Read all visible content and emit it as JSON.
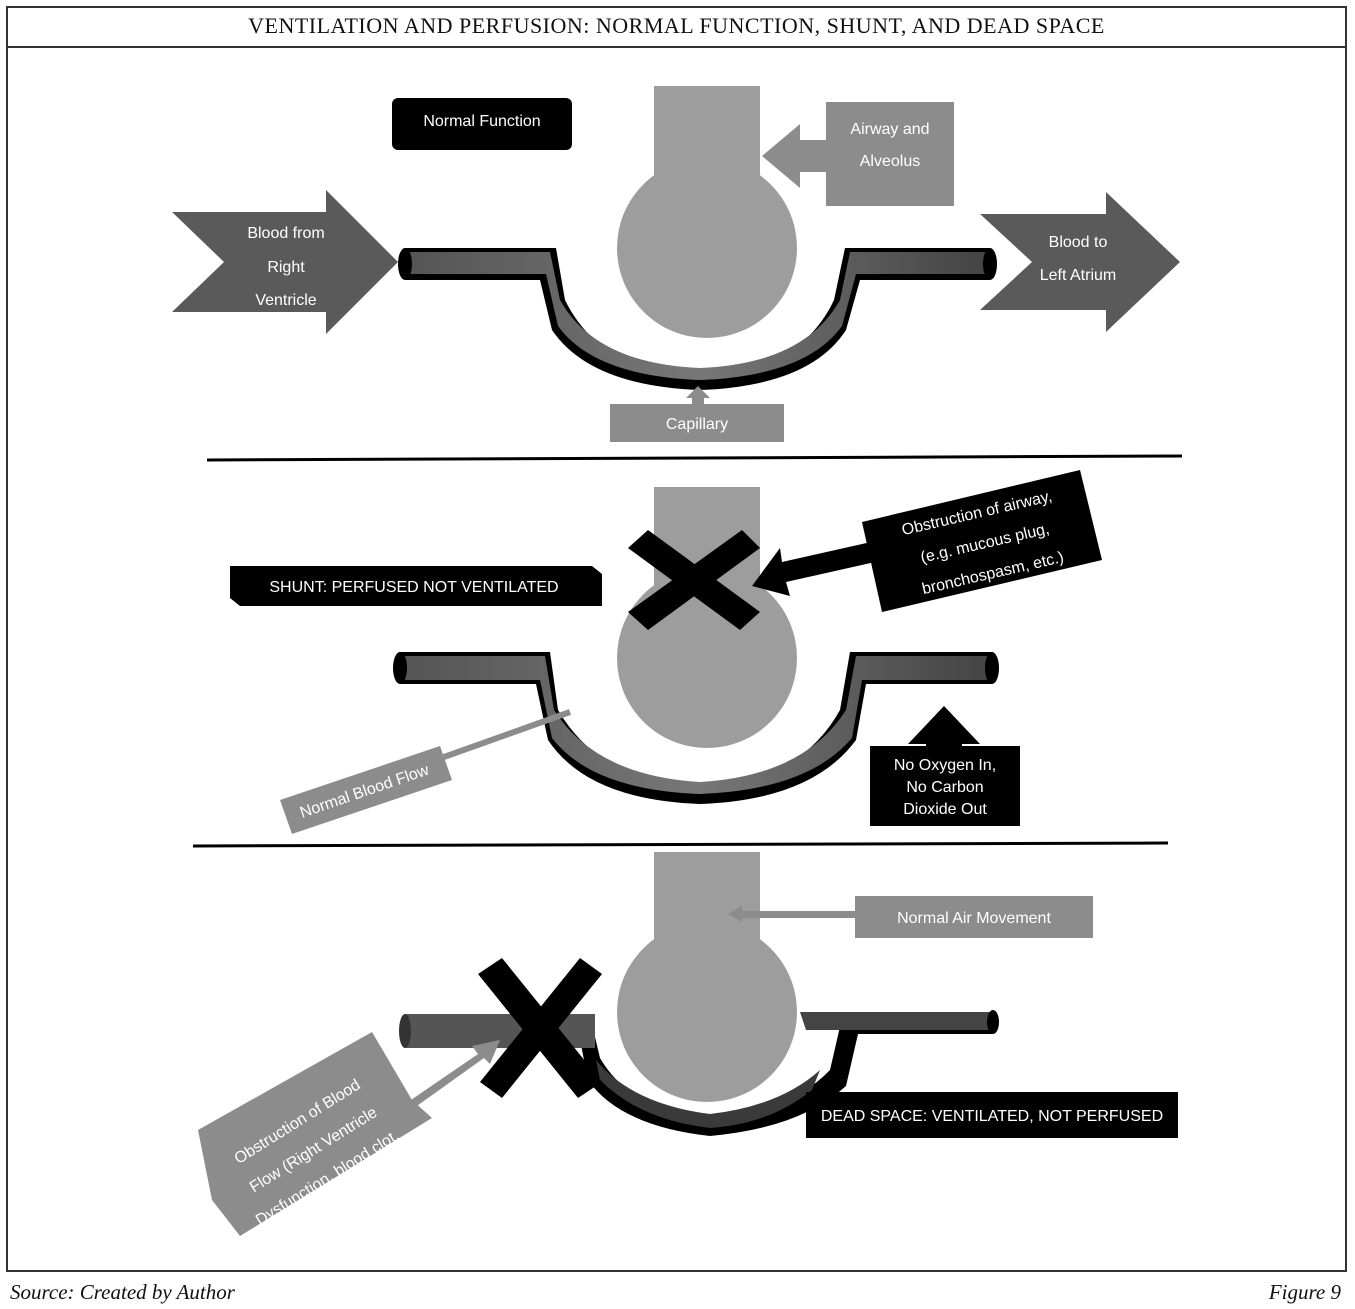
{
  "title": "VENTILATION AND PERFUSION: NORMAL FUNCTION, SHUNT, AND DEAD SPACE",
  "footer": {
    "source": "Source: Created by Author",
    "figure": "Figure 9"
  },
  "colors": {
    "dark_gray": "#5a5a5a",
    "mid_gray": "#8c8c8c",
    "alveolus": "#9d9d9d",
    "black": "#000000"
  },
  "panels": {
    "normal": {
      "heading": "Normal Function",
      "airway_label": [
        "Airway and",
        "Alveolus"
      ],
      "blood_in": [
        "Blood from",
        "Right",
        "Ventricle"
      ],
      "blood_out": [
        "Blood to",
        "Left Atrium"
      ],
      "capillary": "Capillary"
    },
    "shunt": {
      "heading": "SHUNT: PERFUSED NOT VENTILATED",
      "obstruction": [
        "Obstruction of airway,",
        "(e.g. mucous plug,",
        "bronchospasm, etc.)"
      ],
      "normal_flow": "Normal Blood Flow",
      "no_exchange": [
        "No Oxygen In,",
        "No Carbon",
        "Dioxide Out"
      ]
    },
    "dead_space": {
      "heading": "DEAD SPACE: VENTILATED, NOT PERFUSED",
      "normal_air": "Normal Air Movement",
      "obstruction": [
        "Obstruction of Blood",
        "Flow (Right Ventricle",
        "Dysfunction, blood clot,"
      ]
    }
  }
}
